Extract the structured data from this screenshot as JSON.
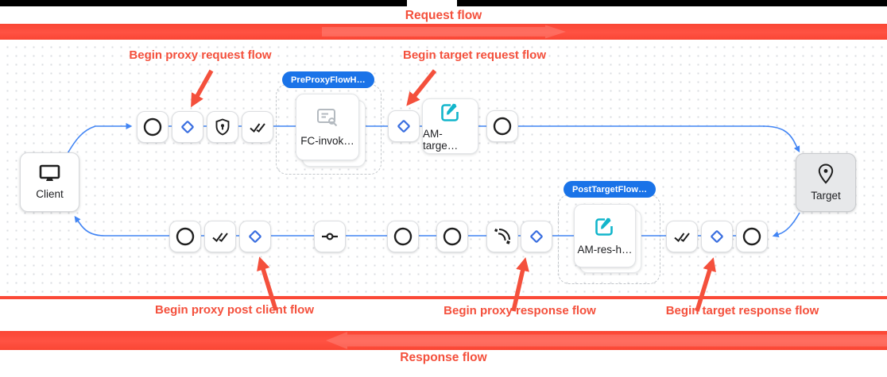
{
  "colors": {
    "accent_red": "#F4503C",
    "band_red": "#FB4937",
    "badge_blue": "#1A73E8",
    "connector_blue": "#4285F4",
    "diamond_blue": "#3B6FE0",
    "edit_teal": "#12B5CB",
    "node_border": "#DCDEE1",
    "target_fill": "#E7E8EA"
  },
  "banners": {
    "request": "Request flow",
    "response": "Response flow"
  },
  "annotations": {
    "proxy_request": "Begin proxy request flow",
    "target_request": "Begin target request flow",
    "proxy_post_client": "Begin proxy post client flow",
    "proxy_response": "Begin proxy response flow",
    "target_response": "Begin target response flow"
  },
  "flow": {
    "client": {
      "label": "Client",
      "icon": "monitor-icon"
    },
    "target": {
      "label": "Target",
      "icon": "location-pin-icon"
    },
    "pre_proxy_group": {
      "badge": "PreProxyFlowH…",
      "card_label": "FC-invok…",
      "card_icon": "flow-callout-icon"
    },
    "post_target_group": {
      "badge": "PostTargetFlow…",
      "card_label": "AM-res-h…",
      "card_icon": "assign-message-icon"
    },
    "am_target_card": {
      "label": "AM-targe…",
      "icon": "assign-message-icon"
    },
    "request_row_icons": [
      "circle",
      "diamond",
      "shield-lock",
      "double-check",
      "diamond",
      "circle"
    ],
    "response_row_icons": [
      "circle",
      "double-check",
      "diamond",
      "step-connector",
      "circle",
      "circle",
      "signal",
      "diamond",
      "double-check",
      "diamond",
      "circle"
    ]
  }
}
